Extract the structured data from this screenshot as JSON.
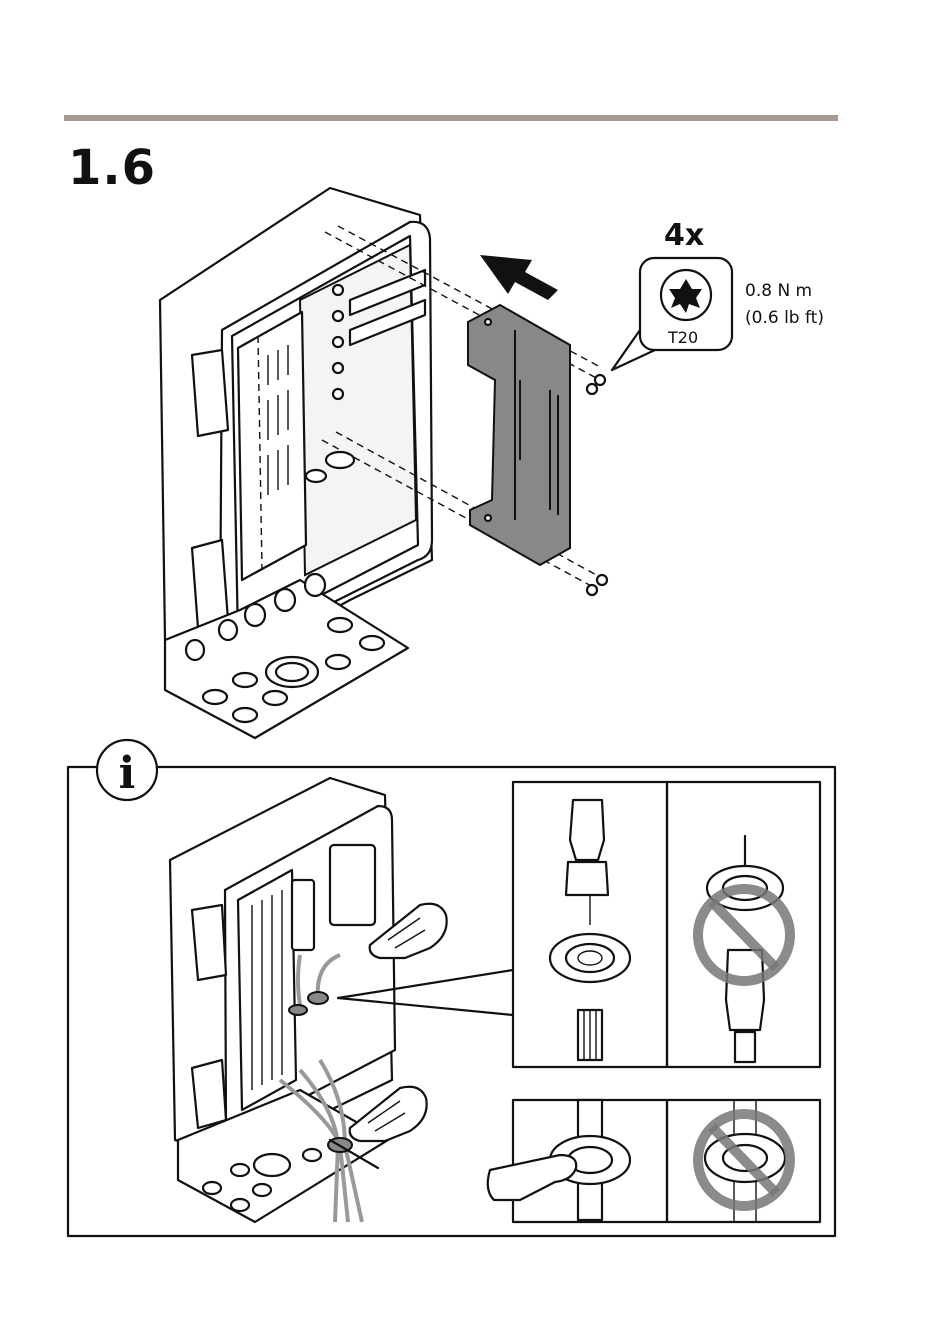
{
  "step_number": "1.6",
  "quantity": "4x",
  "torque": {
    "metric": "0.8 N m",
    "imperial": "(0.6 lb ft)"
  },
  "tool": {
    "bit_label": "T20",
    "icon": "torx-bit-icon"
  },
  "info_icon": "info-icon",
  "colors": {
    "rule": "#a89890",
    "plate": "#888888",
    "prohibit": "#777777"
  }
}
